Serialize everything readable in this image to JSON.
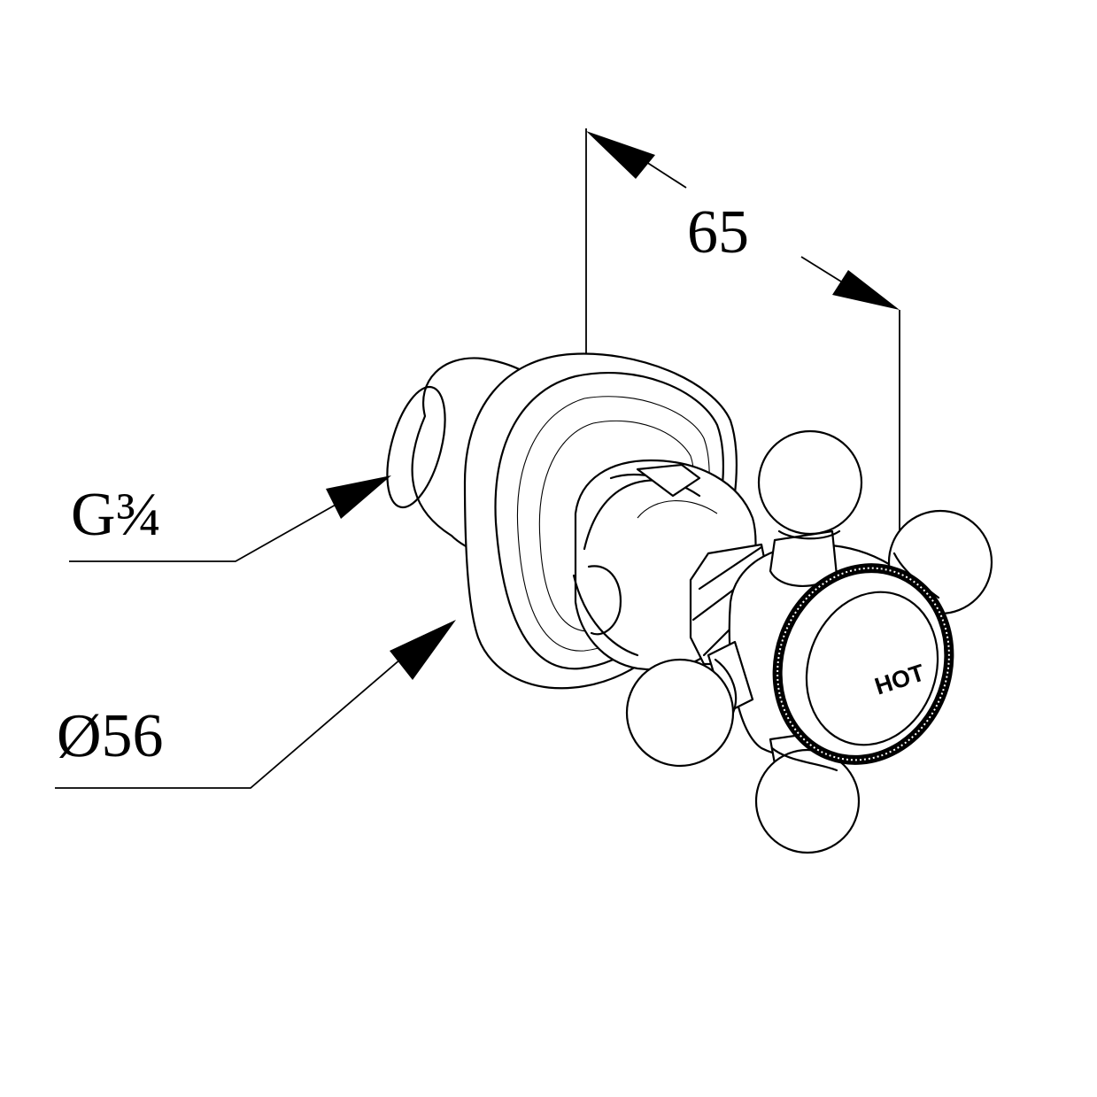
{
  "dimensions": {
    "length": "65",
    "thread": "G¾",
    "diameter": "Ø56"
  },
  "cap_text": "HOT"
}
